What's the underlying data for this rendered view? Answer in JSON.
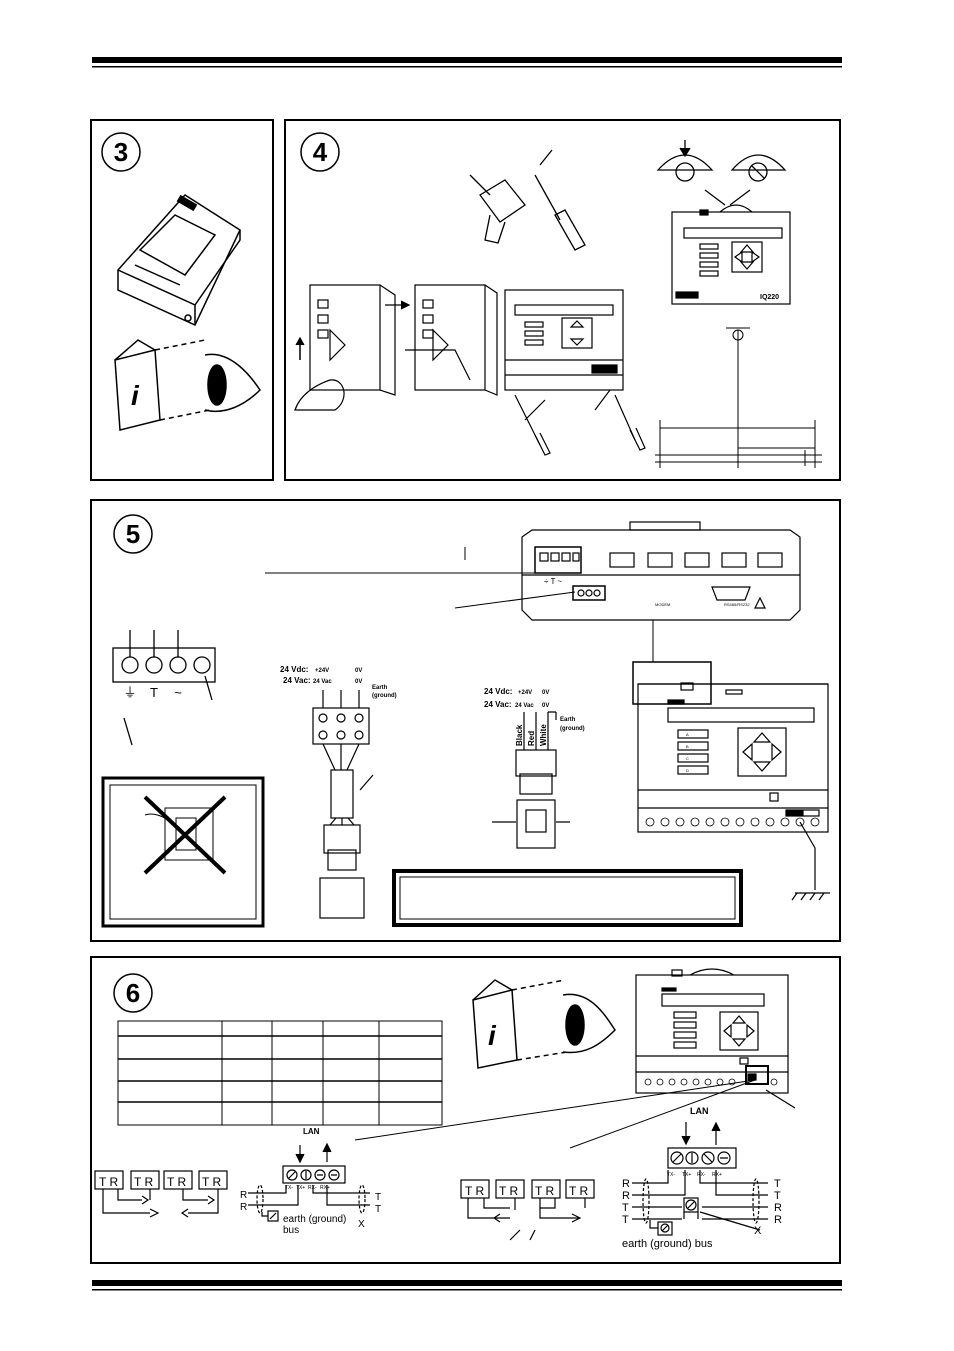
{
  "panels": {
    "step3": {
      "number": "3"
    },
    "step4": {
      "number": "4",
      "device_model": "IQ220"
    },
    "step5": {
      "number": "5",
      "terminal_symbols": [
        "⏚",
        "T",
        "~"
      ],
      "supply_dc": "24 Vdc:",
      "supply_dc_pos": "+24V",
      "supply_ac": "24 Vac:",
      "supply_ac_val": "24 Vac",
      "zero_v": "0V",
      "earth_label": "Earth",
      "earth_sub": "(ground)",
      "wire_black": "Black",
      "wire_red": "Red",
      "wire_white": "White",
      "modem_label": "MODEM",
      "port_label": "RS485/RS232",
      "button_labels": [
        "A",
        "B",
        "C",
        "D"
      ]
    },
    "step6": {
      "number": "6",
      "lan_label": "LAN",
      "terminal_pins": [
        "TX-",
        "TX+",
        "RX-",
        "RX+"
      ],
      "tr": "T R",
      "earth_bus_left": "earth (ground)",
      "bus_word": "bus",
      "earth_bus_right": "earth (ground) bus",
      "x_mark": "X",
      "left_r": "R",
      "left_t": "T",
      "right_labels_left": [
        "R",
        "R",
        "T",
        "T"
      ],
      "right_labels_right": [
        "T",
        "T",
        "R",
        "R"
      ]
    }
  }
}
